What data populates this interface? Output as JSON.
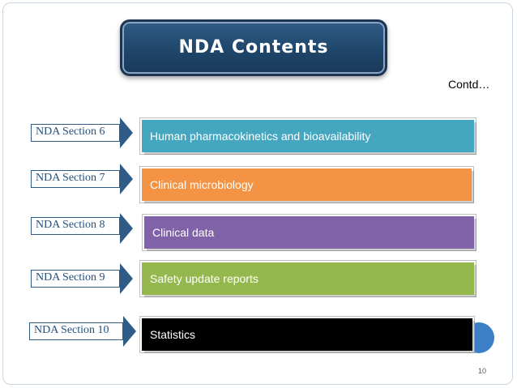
{
  "slide": {
    "title": "NDA Contents",
    "contd": "Contd…",
    "page_number": "10",
    "rows": [
      {
        "section": "NDA Section 6",
        "content": "Human pharmacokinetics and bioavailability",
        "color": "#45a6c0"
      },
      {
        "section": "NDA Section 7",
        "content": "Clinical microbiology",
        "color": "#f49344"
      },
      {
        "section": "NDA Section 8",
        "content": "Clinical data",
        "color": "#7f62a8"
      },
      {
        "section": "NDA Section 9",
        "content": "Safety update reports",
        "color": "#94b84d"
      },
      {
        "section": "NDA Section 10",
        "content": "Statistics",
        "color": "#000000"
      }
    ]
  }
}
